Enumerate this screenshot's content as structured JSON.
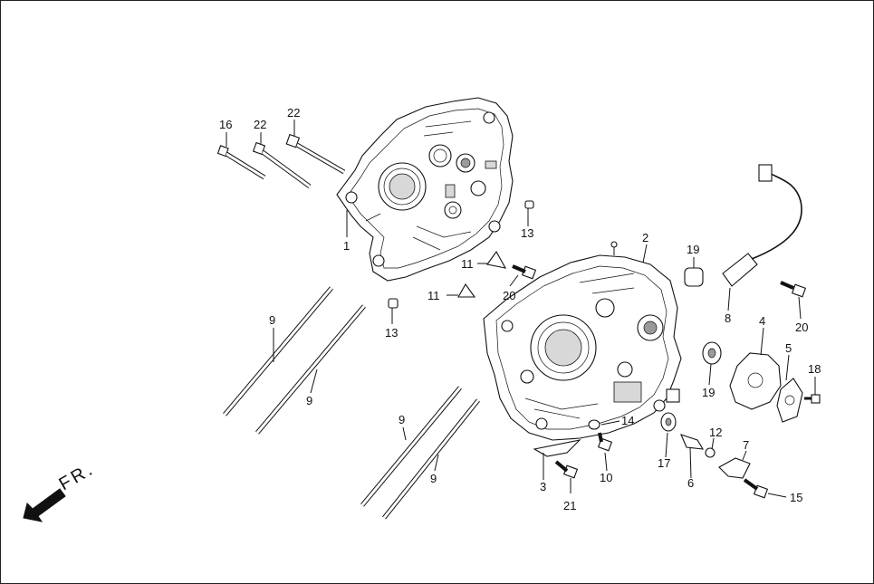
{
  "callouts": [
    {
      "id": "c1",
      "text": "1"
    },
    {
      "id": "c2",
      "text": "2"
    },
    {
      "id": "c3",
      "text": "3"
    },
    {
      "id": "c4",
      "text": "4"
    },
    {
      "id": "c5",
      "text": "5"
    },
    {
      "id": "c6",
      "text": "6"
    },
    {
      "id": "c7",
      "text": "7"
    },
    {
      "id": "c8",
      "text": "8"
    },
    {
      "id": "c9a",
      "text": "9"
    },
    {
      "id": "c9b",
      "text": "9"
    },
    {
      "id": "c9c",
      "text": "9"
    },
    {
      "id": "c9d",
      "text": "9"
    },
    {
      "id": "c10",
      "text": "10"
    },
    {
      "id": "c11a",
      "text": "11"
    },
    {
      "id": "c11b",
      "text": "11"
    },
    {
      "id": "c12",
      "text": "12"
    },
    {
      "id": "c13a",
      "text": "13"
    },
    {
      "id": "c13b",
      "text": "13"
    },
    {
      "id": "c14",
      "text": "14"
    },
    {
      "id": "c15",
      "text": "15"
    },
    {
      "id": "c16",
      "text": "16"
    },
    {
      "id": "c17",
      "text": "17"
    },
    {
      "id": "c18",
      "text": "18"
    },
    {
      "id": "c19a",
      "text": "19"
    },
    {
      "id": "c19b",
      "text": "19"
    },
    {
      "id": "c20a",
      "text": "20"
    },
    {
      "id": "c20b",
      "text": "20"
    },
    {
      "id": "c21",
      "text": "21"
    },
    {
      "id": "c22a",
      "text": "22"
    },
    {
      "id": "c22b",
      "text": "22"
    }
  ],
  "direction": {
    "label": "FR.",
    "icon": "front-direction-arrow-icon"
  }
}
